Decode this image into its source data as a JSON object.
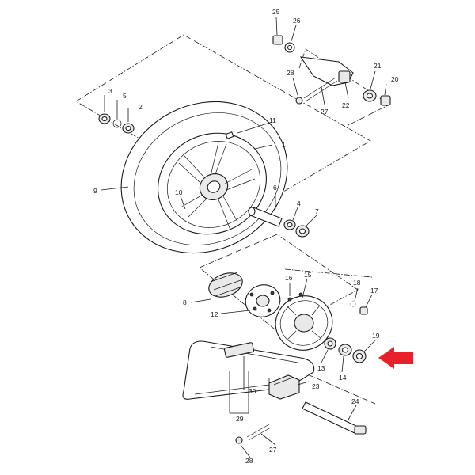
{
  "diagram": {
    "callouts": [
      {
        "id": "c1",
        "label": "1"
      },
      {
        "id": "c2",
        "label": "2"
      },
      {
        "id": "c3",
        "label": "3"
      },
      {
        "id": "c4",
        "label": "4"
      },
      {
        "id": "c5",
        "label": "5"
      },
      {
        "id": "c6",
        "label": "6"
      },
      {
        "id": "c7",
        "label": "7"
      },
      {
        "id": "c8",
        "label": "8"
      },
      {
        "id": "c9",
        "label": "9"
      },
      {
        "id": "c10",
        "label": "10"
      },
      {
        "id": "c11",
        "label": "11"
      },
      {
        "id": "c12",
        "label": "12"
      },
      {
        "id": "c13",
        "label": "13"
      },
      {
        "id": "c14",
        "label": "14"
      },
      {
        "id": "c15",
        "label": "15"
      },
      {
        "id": "c16",
        "label": "16"
      },
      {
        "id": "c17",
        "label": "17"
      },
      {
        "id": "c18",
        "label": "18"
      },
      {
        "id": "c19",
        "label": "19"
      },
      {
        "id": "c20",
        "label": "20"
      },
      {
        "id": "c21",
        "label": "21"
      },
      {
        "id": "c22",
        "label": "22"
      },
      {
        "id": "c23",
        "label": "23"
      },
      {
        "id": "c24",
        "label": "24"
      },
      {
        "id": "c25",
        "label": "25"
      },
      {
        "id": "c26",
        "label": "26"
      },
      {
        "id": "c27a",
        "label": "27"
      },
      {
        "id": "c27b",
        "label": "27"
      },
      {
        "id": "c28a",
        "label": "28"
      },
      {
        "id": "c28b",
        "label": "28"
      },
      {
        "id": "c29",
        "label": "29"
      },
      {
        "id": "c30",
        "label": "30"
      }
    ],
    "highlight": {
      "target_label": "19",
      "arrow_color": "#e8202a"
    }
  }
}
